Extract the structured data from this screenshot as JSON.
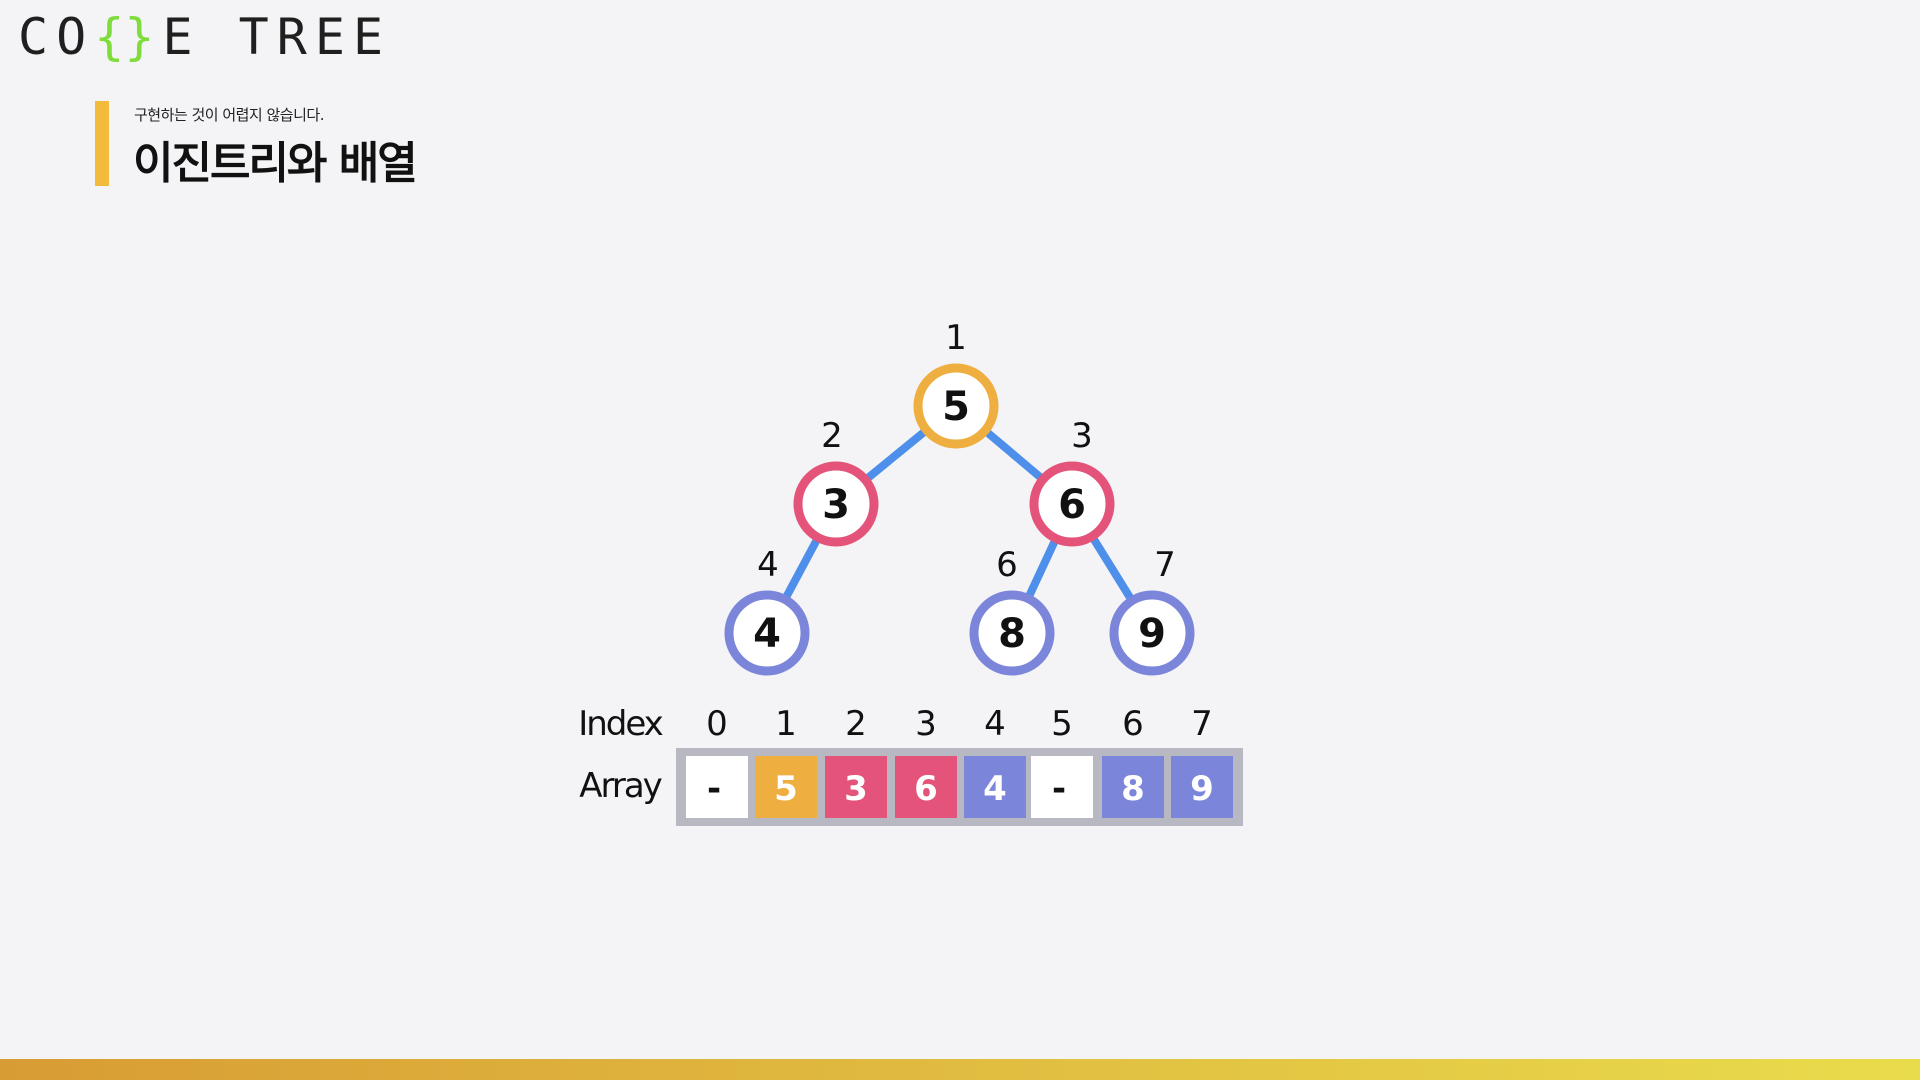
{
  "logo": {
    "prefix": "CO",
    "brace": "{}",
    "suffix": "E TREE"
  },
  "header": {
    "subtitle": "구현하는 것이 어렵지 않습니다.",
    "title": "이진트리와 배열"
  },
  "colors": {
    "accent": "#f2bb3c",
    "level0": "#eeae40",
    "level1": "#e4547a",
    "level2": "#7b86da",
    "edge": "#4d8fea",
    "empty_cell": "#ffffff",
    "array_border": "#b7b8c2"
  },
  "tree": {
    "nodes": [
      {
        "index": "1",
        "value": "5",
        "level": 0
      },
      {
        "index": "2",
        "value": "3",
        "level": 1
      },
      {
        "index": "3",
        "value": "6",
        "level": 1
      },
      {
        "index": "4",
        "value": "4",
        "level": 2
      },
      {
        "index": "6",
        "value": "8",
        "level": 2
      },
      {
        "index": "7",
        "value": "9",
        "level": 2
      }
    ],
    "edges": [
      [
        "1",
        "2"
      ],
      [
        "1",
        "3"
      ],
      [
        "2",
        "4"
      ],
      [
        "3",
        "6"
      ],
      [
        "3",
        "7"
      ]
    ]
  },
  "array": {
    "index_label": "Index",
    "array_label": "Array",
    "indices": [
      "0",
      "1",
      "2",
      "3",
      "4",
      "5",
      "6",
      "7"
    ],
    "values": [
      "-",
      "5",
      "3",
      "6",
      "4",
      "-",
      "8",
      "9"
    ],
    "levels": [
      null,
      0,
      1,
      1,
      2,
      null,
      2,
      2
    ]
  }
}
